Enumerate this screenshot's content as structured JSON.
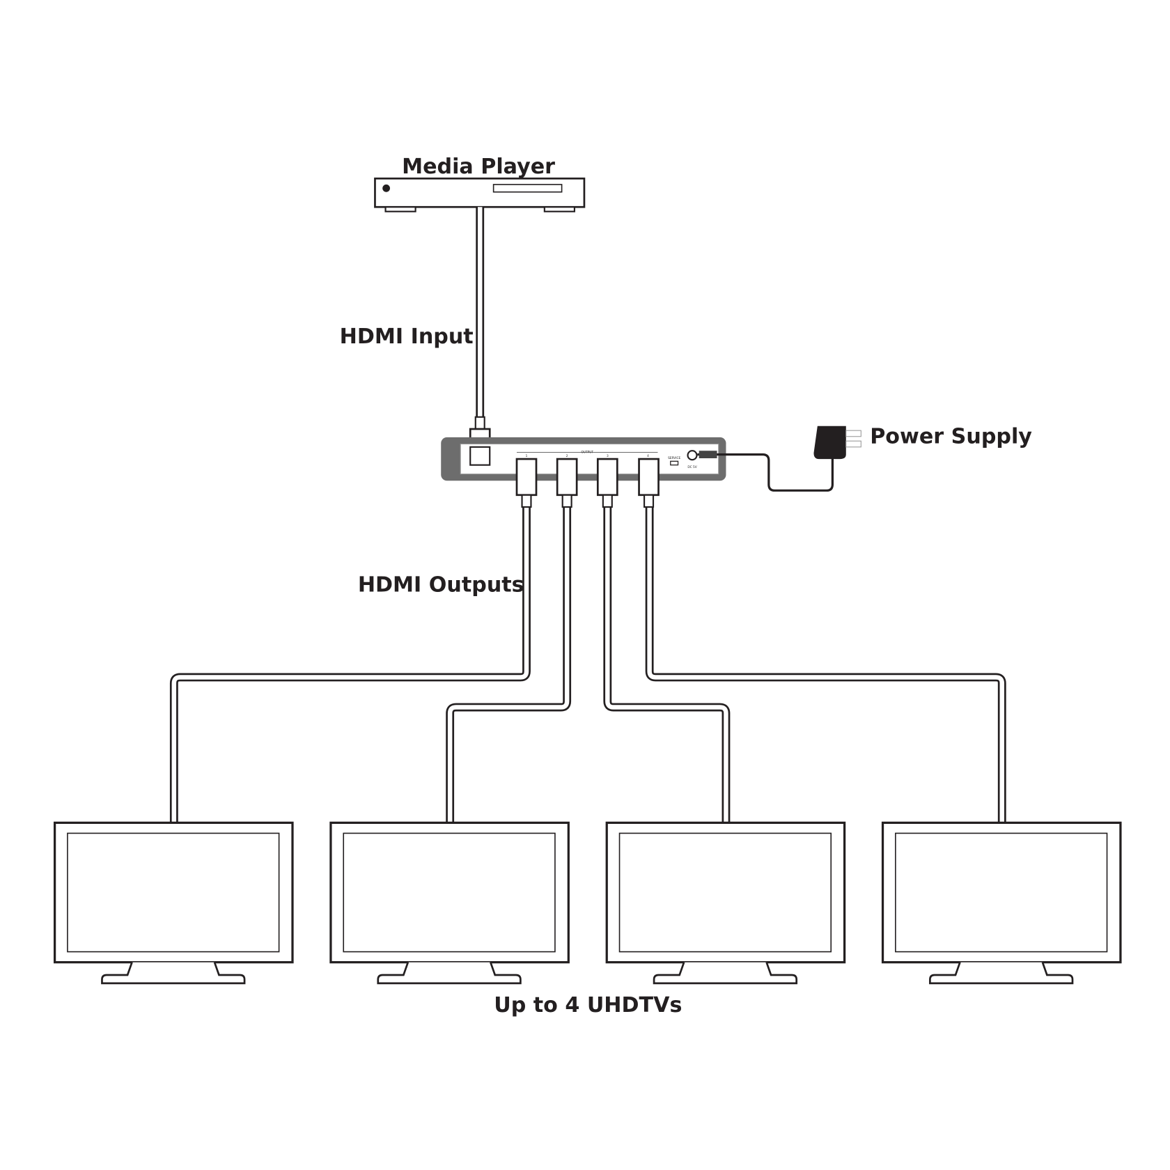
{
  "labels": {
    "media_player": "Media Player",
    "hdmi_input": "HDMI Input",
    "power_supply": "Power Supply",
    "hdmi_outputs": "HDMI Outputs",
    "tvs": "Up to 4 UHDTVs"
  },
  "splitter": {
    "output_label": "OUTPUT",
    "ports": [
      "1",
      "2",
      "3",
      "4"
    ],
    "service_label": "SERVICE",
    "power_label": "DC 5V"
  },
  "colors": {
    "line": "#231f20",
    "device_gray": "#6d6d6d"
  }
}
